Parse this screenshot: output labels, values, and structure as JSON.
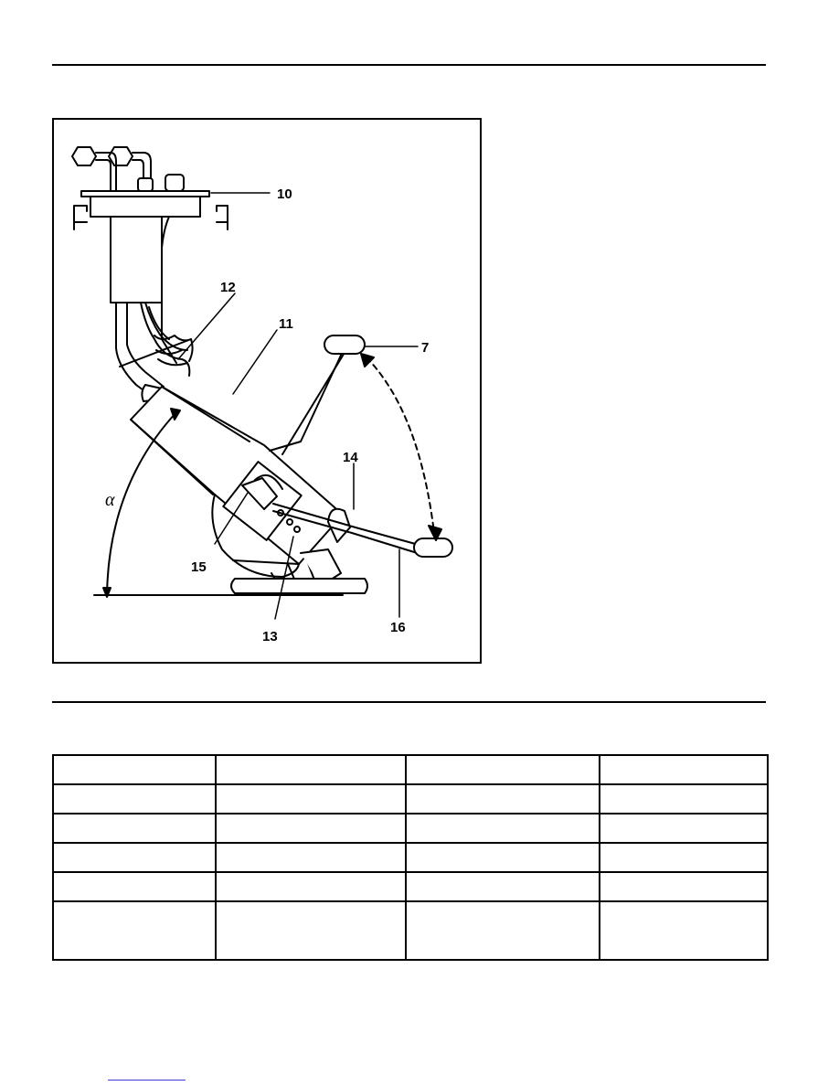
{
  "figure": {
    "callouts": {
      "c10": "10",
      "c12": "12",
      "c11": "11",
      "c7": "7",
      "c14": "14",
      "c15": "15",
      "c13": "13",
      "c16": "16"
    },
    "angle_symbol": "α"
  },
  "table": {
    "columns": 4,
    "rows": [
      [
        "",
        "",
        "",
        ""
      ],
      [
        "",
        "",
        "",
        ""
      ],
      [
        "",
        "",
        "",
        ""
      ],
      [
        "",
        "",
        "",
        ""
      ],
      [
        "",
        "",
        "",
        ""
      ],
      [
        "",
        "",
        "",
        ""
      ]
    ]
  },
  "colors": {
    "ink": "#000000",
    "link": "#3b3bd6"
  }
}
